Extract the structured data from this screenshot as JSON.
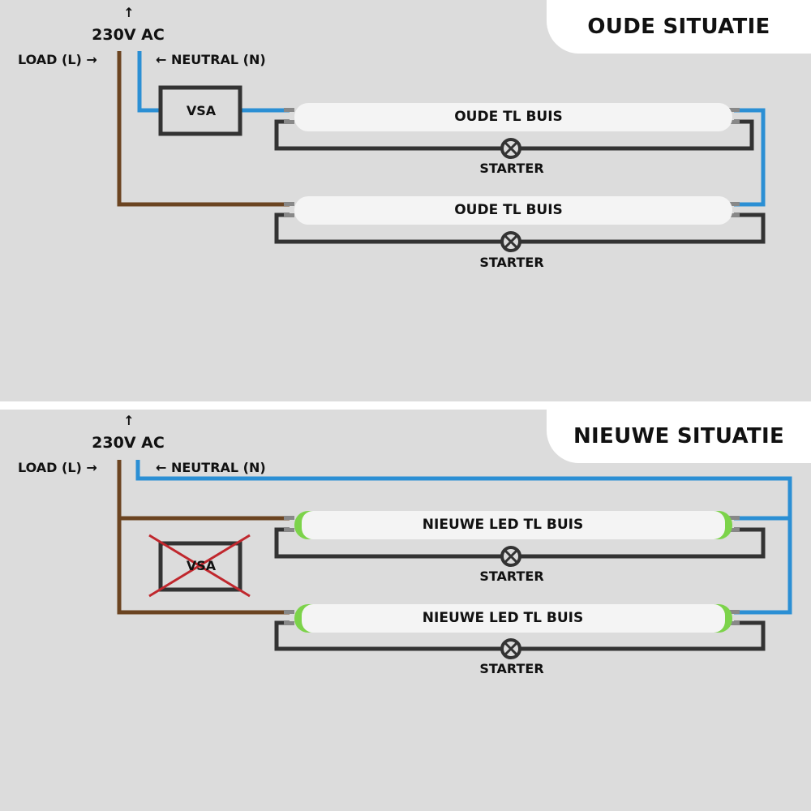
{
  "old": {
    "heading": "OUDE SITUATIE",
    "arrow_up": "↑",
    "supply": "230V AC",
    "load": "LOAD (L) →",
    "neutral": "← NEUTRAL (N)",
    "ballast": "VSA",
    "tube1": "OUDE TL BUIS",
    "tube2": "OUDE TL BUIS",
    "starter1": "STARTER",
    "starter2": "STARTER"
  },
  "new": {
    "heading": "NIEUWE SITUATIE",
    "arrow_up": "↑",
    "supply": "230V AC",
    "load": "LOAD (L) →",
    "neutral": "← NEUTRAL (N)",
    "ballast": "VSA",
    "tube1": "NIEUWE LED TL BUIS",
    "tube2": "NIEUWE LED TL BUIS",
    "starter1": "STARTER",
    "starter2": "STARTER"
  },
  "colors": {
    "load_wire": "#6b4421",
    "neutral_wire": "#2b8fd4",
    "starter_wire": "#333333",
    "led_cap": "#7cd34a",
    "removed_mark": "#c0272d"
  }
}
